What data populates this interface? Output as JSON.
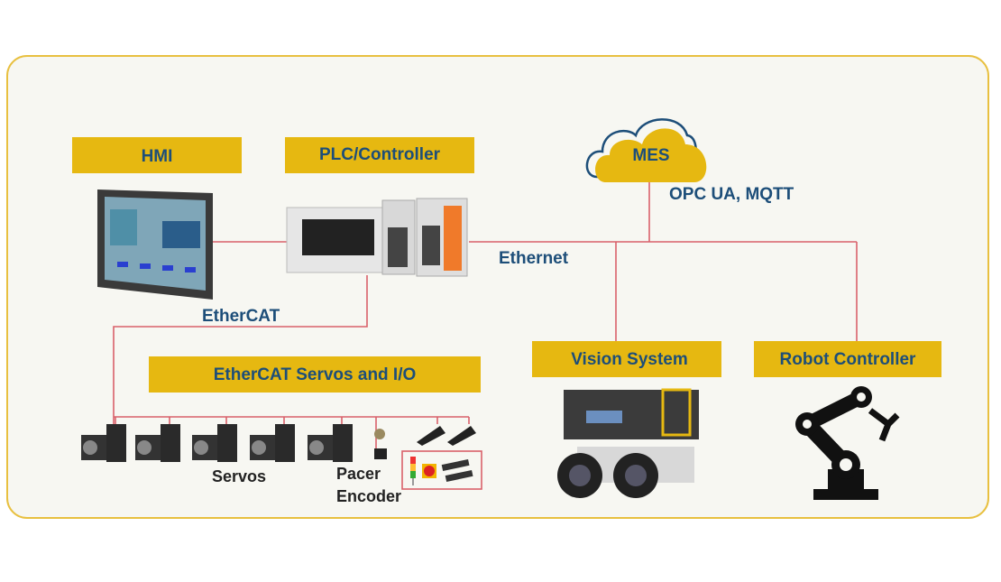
{
  "labels": {
    "hmi": "HMI",
    "plc": "PLC/Controller",
    "mes": "MES",
    "protocols": "OPC UA, MQTT",
    "ethernet": "Ethernet",
    "ethercat": "EtherCAT",
    "ethercat_group": "EtherCAT Servos and I/O",
    "vision": "Vision System",
    "robot": "Robot Controller",
    "servos": "Servos",
    "pacer": "Pacer",
    "encoder": "Encoder"
  },
  "colors": {
    "label_fill": "#e6b811",
    "label_text": "#1d4e79",
    "network_line": "#d9616a",
    "frame_border": "#e8c040",
    "background": "#f7f7f2"
  },
  "icons": [
    "hmi-panel-image",
    "plc-image",
    "mes-cloud-icon",
    "servo-drive-image",
    "encoder-image",
    "io-module-image",
    "stack-light-image",
    "estop-image",
    "vision-pc-image",
    "camera-image",
    "robot-arm-icon"
  ]
}
